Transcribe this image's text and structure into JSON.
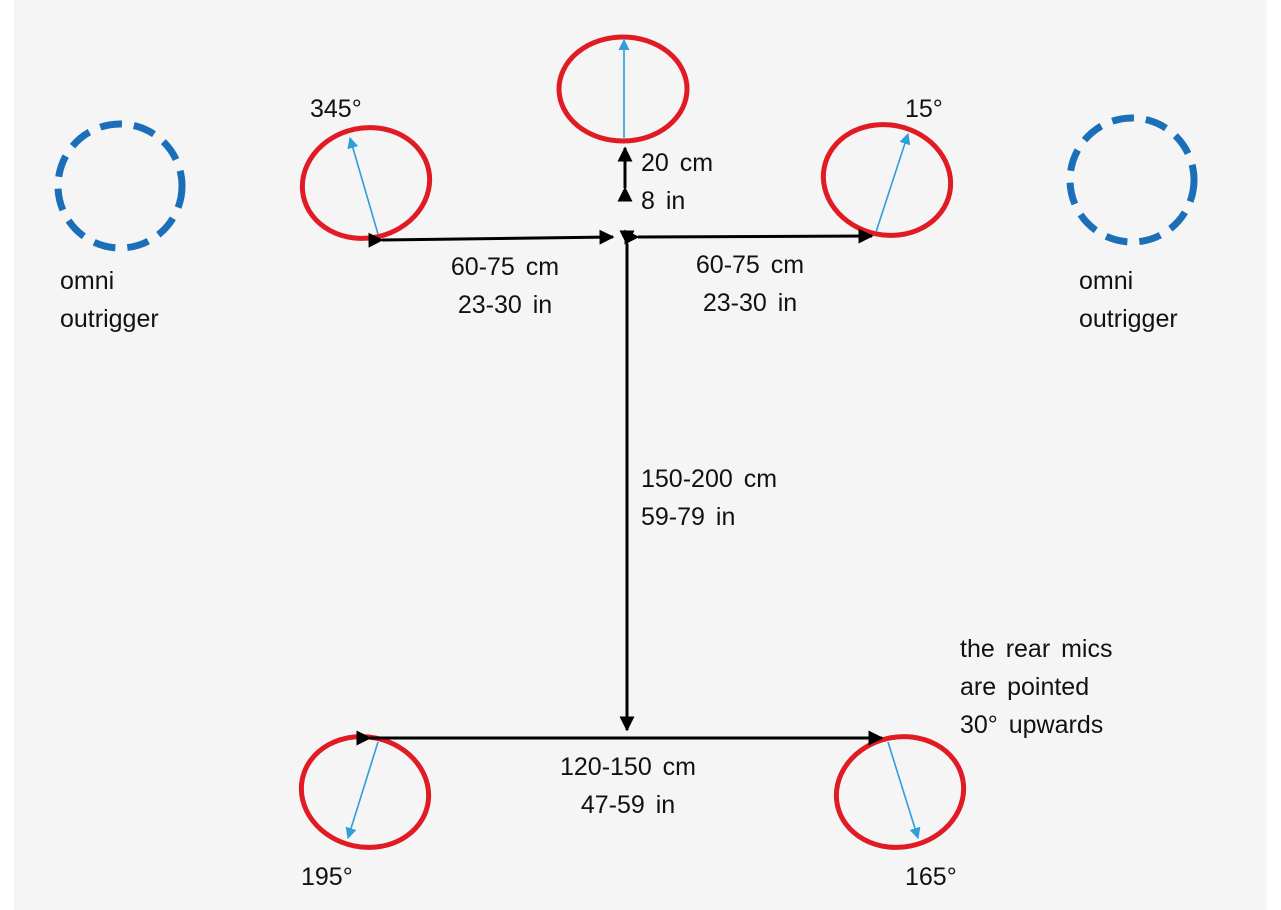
{
  "colors": {
    "background": "#f5f5f5",
    "mic_pattern": "#e01b24",
    "mic_direction": "#2e9fd8",
    "omni_outrigger": "#1a6fb8",
    "dimension_line": "#000000"
  },
  "mics": {
    "front_left": {
      "angle": "345°"
    },
    "front_right": {
      "angle": "15°"
    },
    "rear_left": {
      "angle": "195°"
    },
    "rear_right": {
      "angle": "165°"
    }
  },
  "omni": {
    "left": {
      "line1": "omni",
      "line2": "outrigger"
    },
    "right": {
      "line1": "omni",
      "line2": "outrigger"
    }
  },
  "dimensions": {
    "center_to_front": {
      "metric": "20 cm",
      "imperial": "8 in"
    },
    "center_to_left": {
      "metric": "60-75 cm",
      "imperial": "23-30 in"
    },
    "center_to_right": {
      "metric": "60-75 cm",
      "imperial": "23-30 in"
    },
    "front_to_rear": {
      "metric": "150-200 cm",
      "imperial": "59-79 in"
    },
    "rear_width": {
      "metric": "120-150 cm",
      "imperial": "47-59 in"
    }
  },
  "notes": {
    "rear_tilt": {
      "line1": "the rear mics",
      "line2": "are pointed",
      "line3": "30° upwards"
    }
  }
}
